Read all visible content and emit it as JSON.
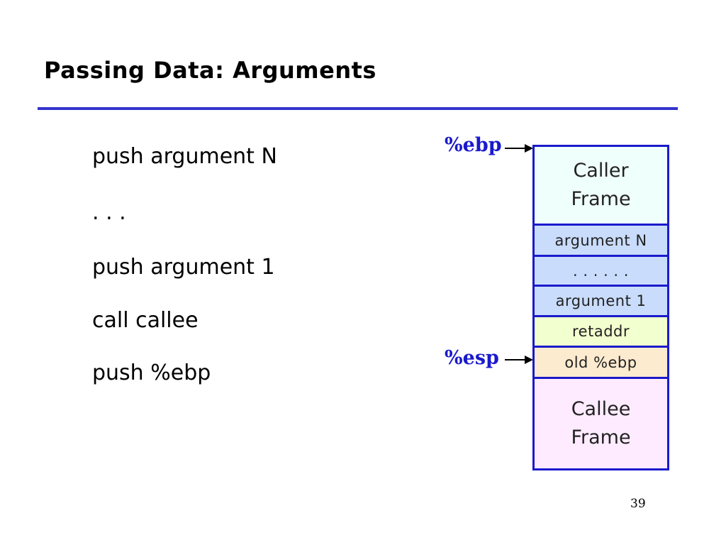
{
  "slide": {
    "title": "Passing Data: Arguments",
    "page_number": "39"
  },
  "code": [
    "push argument N",
    ". . .",
    "push argument 1",
    "call callee",
    "push %ebp"
  ],
  "registers": {
    "ebp": "%ebp",
    "esp": "%esp"
  },
  "stack": {
    "caller_frame": [
      "Caller",
      "Frame"
    ],
    "argument_n": "argument N",
    "dots": ". . . . . .",
    "argument_1": "argument 1",
    "retaddr": "retaddr",
    "old_ebp": "old %ebp",
    "callee_frame": [
      "Callee",
      "Frame"
    ]
  },
  "colors": {
    "title_rule": "#3333cc",
    "stack_border": "#1a1acc",
    "register_text": "#1a1acc",
    "caller_frame_fill": "#effffb",
    "argument_fill": "#c9dcfb",
    "retaddr_fill": "#f2ffcf",
    "old_ebp_fill": "#fdebd0",
    "callee_frame_fill": "#ffebff"
  }
}
